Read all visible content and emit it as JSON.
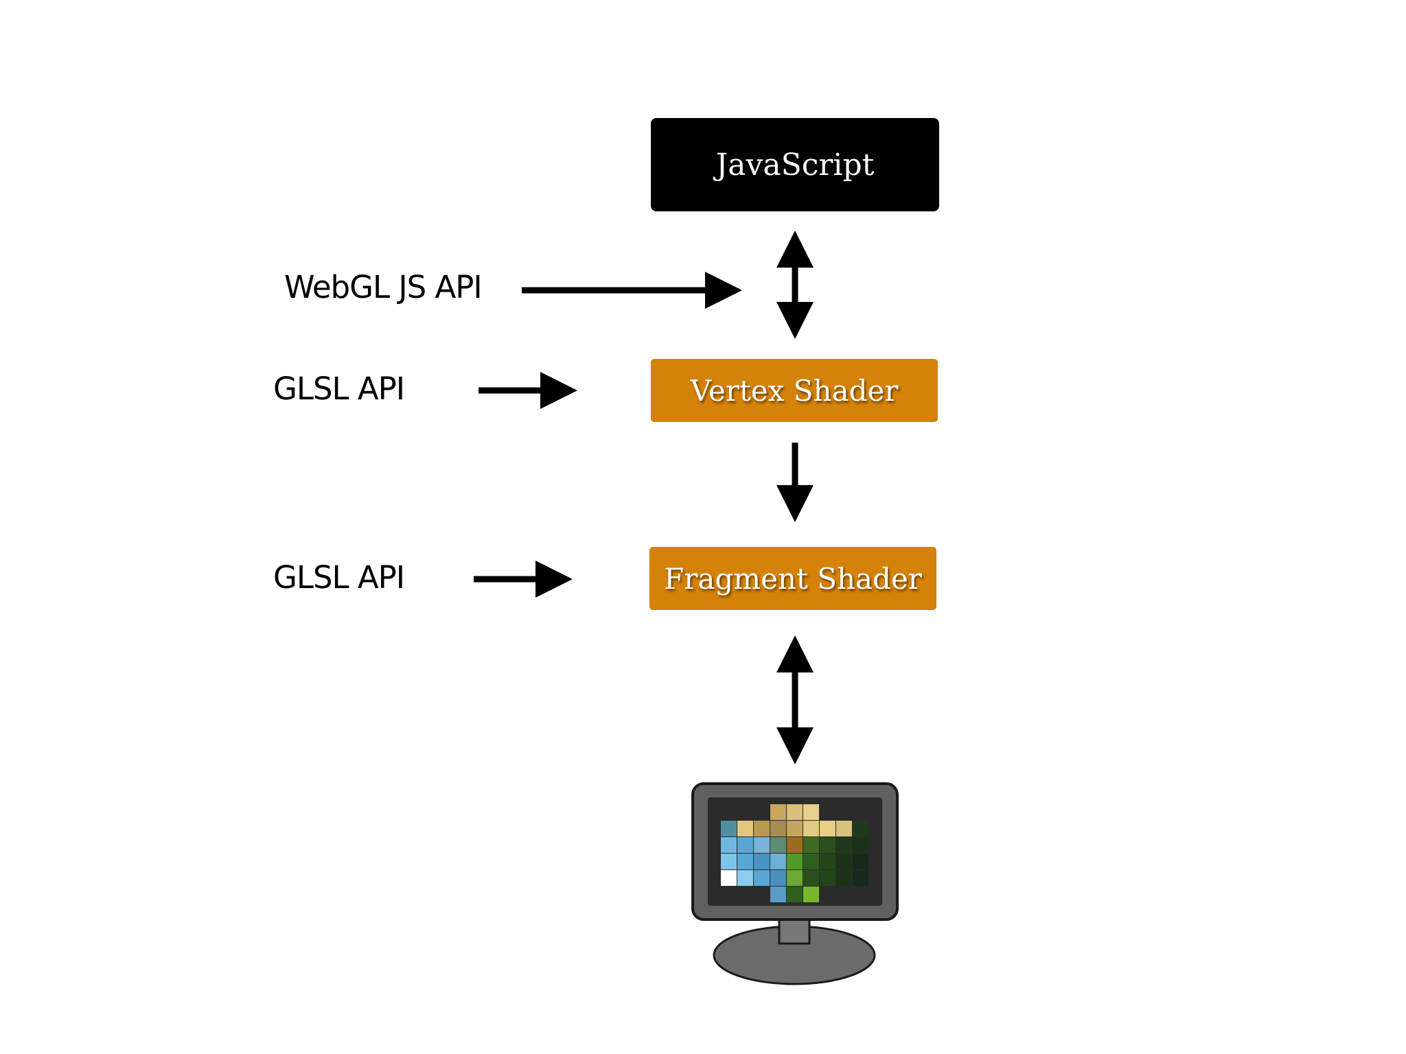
{
  "nodes": {
    "javascript": "JavaScript",
    "vertex_shader": "Vertex Shader",
    "fragment_shader": "Fragment Shader"
  },
  "labels": {
    "webgl_js_api": "WebGL JS API",
    "glsl_api_vertex": "GLSL API",
    "glsl_api_fragment": "GLSL API"
  },
  "colors": {
    "shader_fill": "#d4820a",
    "javascript_fill": "#000000",
    "arrow": "#000000",
    "monitor_body": "#606060",
    "monitor_screen": "#2b2b2b"
  },
  "icons": {
    "output": "monitor-icon"
  }
}
